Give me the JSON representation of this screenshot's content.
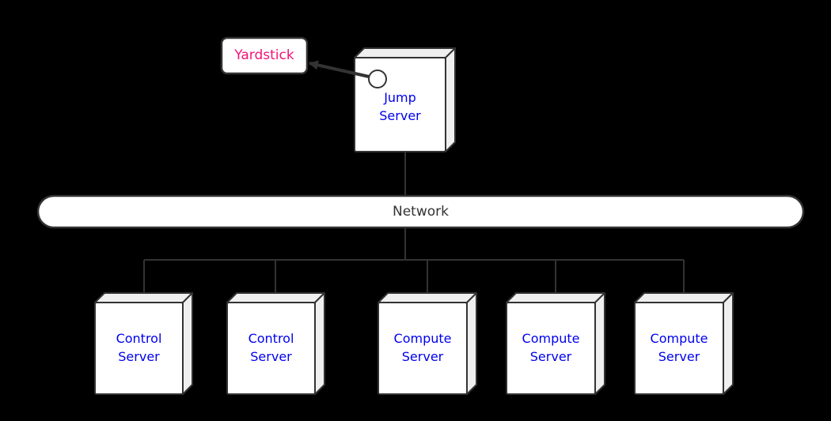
{
  "colors": {
    "background": "#000000",
    "stroke": "#333333",
    "box_face": "#ffffff",
    "box_shade": "#efefef",
    "server_label_text": "#0000ee",
    "yardstick_label_text": "#f01478",
    "network_label_text": "#333333"
  },
  "diagram": {
    "yardstick": {
      "label": "Yardstick"
    },
    "jump_server": {
      "label": "Jump Server"
    },
    "network": {
      "label": "Network"
    },
    "servers": [
      {
        "label": "Control Server"
      },
      {
        "label": "Control Server"
      },
      {
        "label": "Compute Server"
      },
      {
        "label": "Compute Server"
      },
      {
        "label": "Compute Server"
      }
    ]
  }
}
